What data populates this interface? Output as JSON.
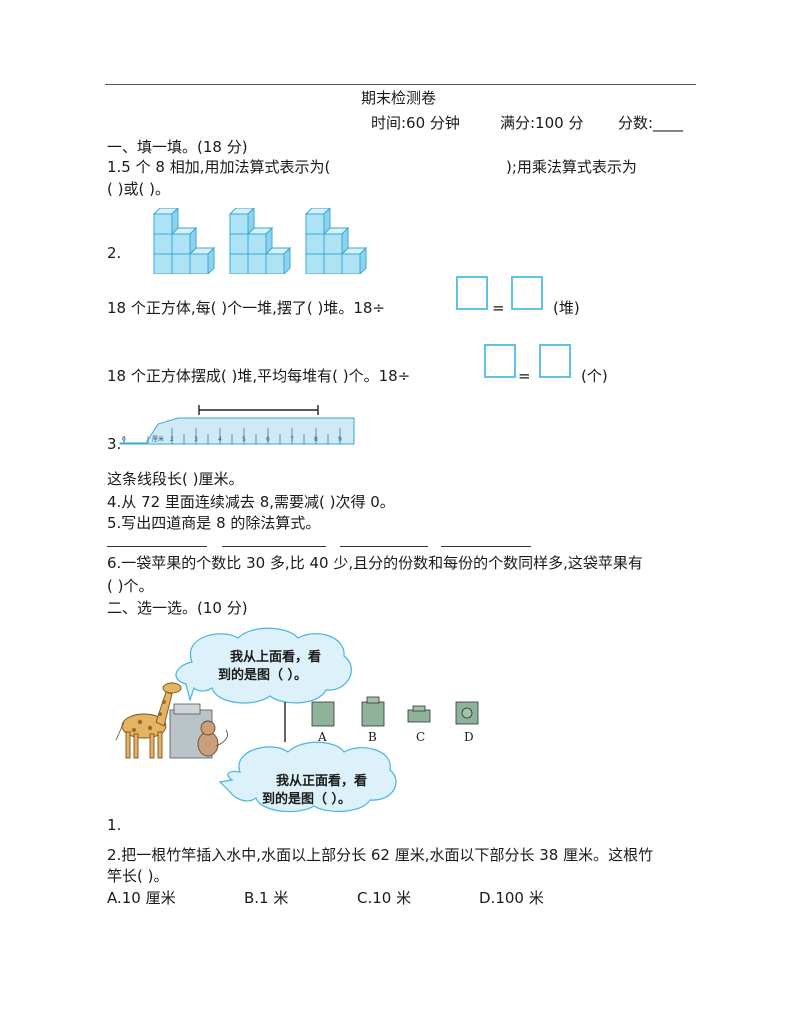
{
  "title": "期末检测卷",
  "meta": {
    "time": "时间:60 分钟",
    "full": "满分:100 分",
    "score": "分数:____"
  },
  "section1": {
    "heading": "一、填一填。(18 分)",
    "q1_line1_a": "1.5 个 8 相加,用加法算式表示为(",
    "q1_line1_b": ");用乘法算式表示为",
    "q1_line2": "(              )或(              )。",
    "q2_label": "2.",
    "q2_line1_a": "18 个正方体,每(      )个一堆,摆了(      )堆。18÷",
    "q2_line1_eq": "=",
    "q2_line1_unit": "(堆)",
    "q2_line2_a": "18 个正方体摆成(      )堆,平均每堆有(      )个。18÷",
    "q2_line2_eq": "=",
    "q2_line2_unit": "(个)",
    "q3_label": "3.",
    "ruler_unit": "厘米",
    "q3_text": "这条线段长(      )厘米。",
    "q4_text": "4.从 72 里面连续减去 8,需要减(      )次得 0。",
    "q5_text": "5.写出四道商是 8 的除法算式。",
    "q6_line1": "6.一袋苹果的个数比 30 多,比 40 少,且分的份数和每份的个数同样多,这袋苹果有",
    "q6_line2": "(      )个。"
  },
  "section2": {
    "heading": "二、选一选。(10 分)",
    "bubble_top_1": "我从上面看，看",
    "bubble_top_2": "到的是图（     ）。",
    "bubble_bottom_1": "我从正面看，看",
    "bubble_bottom_2": "到的是图（     ）。",
    "options": [
      "A",
      "B",
      "C",
      "D"
    ],
    "q1_label": "1.",
    "q2_line1": "2.把一根竹竿插入水中,水面以上部分长 62 厘米,水面以下部分长 38 厘米。这根竹",
    "q2_line2": "竿长(      )。",
    "q2_choices": [
      "A.10 厘米",
      "B.1 米",
      "C.10 米",
      "D.100 米"
    ]
  },
  "colors": {
    "cube_fill": "#aee3f5",
    "cube_stroke": "#3aa8d8",
    "box_border": "#5fc2e6",
    "ruler_fill": "#cfe9f5",
    "bubble_fill": "#dcf1fa"
  }
}
